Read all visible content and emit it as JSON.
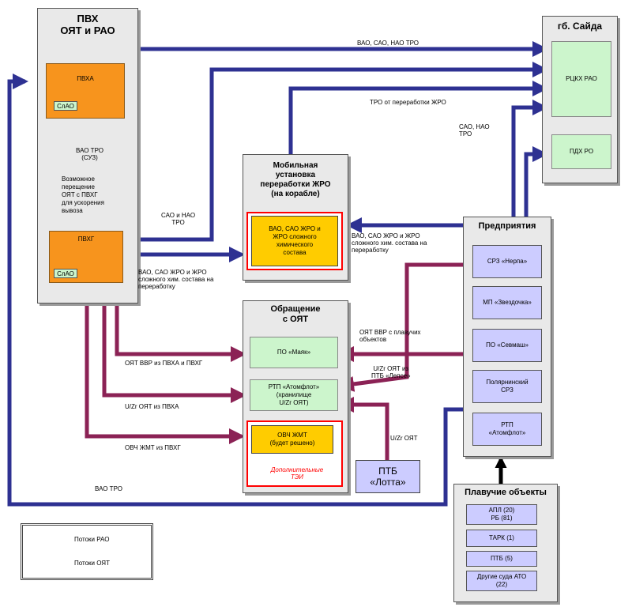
{
  "colors": {
    "rao_flow": "#2e3192",
    "oyat_flow": "#8b2255",
    "panel": "#e9e9e9",
    "orange": "#f7941d",
    "green": "#ccf5cc",
    "lavender": "#ccccff",
    "yellow": "#ffcc00",
    "accent_red": "#ff0000"
  },
  "pvx": {
    "title_line1": "ПВХ",
    "title_line2": "ОЯТ и РАО",
    "pvxa": "ПВХА",
    "pvxg": "ПВХГ",
    "slao": "СлАО"
  },
  "saida": {
    "title": "гб. Сайда",
    "rtskh": "РЦКХ РАО",
    "pdkh": "ПДХ РО"
  },
  "mobile": {
    "title": "Мобильная\nустановка\nпереработки ЖРО\n(на корабле)",
    "content": "ВАО, САО ЖРО и\nЖРО сложного\nхимического\nсостава"
  },
  "handling": {
    "title": "Обращение\nс ОЯТ",
    "mayak": "ПО «Маяк»",
    "atomflot": "РТП «Атомфлот»\n(хранилище\nU/Zr ОЯТ)",
    "ovch": "ОВЧ ЖМТ\n(будет решено)",
    "note": "Дополнительные\nТЭИ"
  },
  "enterprises": {
    "title": "Предприятия",
    "items": [
      "СРЗ «Нерпа»",
      "МП «Звездочка»",
      "ПО «Севмаш»",
      "Полярнинский\nСРЗ",
      "РТП\n«Атомфлот»"
    ]
  },
  "ptb_lotta": "ПТБ\n«Лотта»",
  "floating": {
    "title": "Плавучие объекты",
    "items": [
      "АПЛ (20)\nРБ (81)",
      "ТАРК (1)",
      "ПТБ (5)",
      "Другие суда АТО\n(22)"
    ]
  },
  "legend": {
    "rao": "Потоки РАО",
    "oyat": "Потоки ОЯТ"
  },
  "flow_labels": {
    "top": "ВАО, САО, НАО ТРО",
    "tro_zhro": "ТРО от переработки ЖРО",
    "sao_nao_right": "САО, НАО\nТРО",
    "vao_tro_suz": "ВАО ТРО\n(СУЗ)",
    "relocation": "Возможное\nперещение\nОЯТ с ПВХГ\nдля ускорения\nвывоза",
    "sao_nao_left": "САО и НАО\nТРО",
    "to_mobile_left": "ВАО, САО ЖРО и ЖРО\nсложного хим. состава на\nпереработку",
    "to_mobile_right": "ВАО, САО ЖРО и ЖРО\nсложного хим. состава на\nпереработку",
    "oyat_vvr_float": "ОЯТ ВВР с плавучих\nобъектов",
    "oyat_vvr_pvx": "ОЯТ ВВР из ПВХА и ПВХГ",
    "uzr_lepse": "U/Zr ОЯТ из\nПТБ «Лепсе»",
    "uzr_pvxa": "U/Zr ОЯТ из ПВХА",
    "uzr_lotta": "U/Zr ОЯТ",
    "ovch_pvxg": "ОВЧ ЖМТ из ПВХГ",
    "vao_tro_bottom": "ВАО ТРО"
  }
}
